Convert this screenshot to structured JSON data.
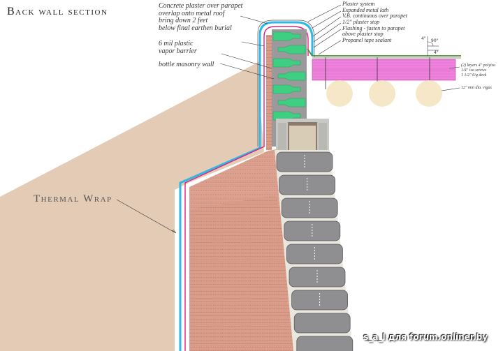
{
  "title": "Back wall section",
  "annotations": {
    "concrete_plaster": [
      "Concrete plaster over parapet",
      "overlap onto metal roof",
      "bring down  2 feet",
      "below final earthen burial"
    ],
    "vapor_barrier": [
      "6 mil plastic",
      "vapor barrier"
    ],
    "bottle_masonry": [
      "bottle masonry wall"
    ],
    "roof_notes": [
      "Plaster system",
      "Expanded metal lath",
      "V.B. continuous over parapet",
      "1/2\" plaster stop",
      "Flashing - fasten to parapet",
      "above plaster stop",
      "Propanel tape sealant"
    ],
    "roof_deck": [
      "(2) layers 4\" polyiso",
      "1/4\" iso screws",
      "1 1/2\" 6/g deck"
    ],
    "vigas": [
      "12\" min dia. vigas"
    ],
    "thermal_wrap": "Thermal Wrap",
    "dimension_90": "90°",
    "dimension_4_vertical": "4\"",
    "dimension_4_horizontal": "4\""
  },
  "watermark": "s_a_l для forum.onliner.by",
  "colors": {
    "earth": "#e3cbb6",
    "brick": "#d9a08c",
    "plaster_cyan": "#2fb7e6",
    "vapor_magenta": "#e0207a",
    "bottle_green": "#3fcf82",
    "insulation_pink": "#ee80dc",
    "viga_cream": "#f7e7c9",
    "tire_gray": "#8f8f92"
  }
}
